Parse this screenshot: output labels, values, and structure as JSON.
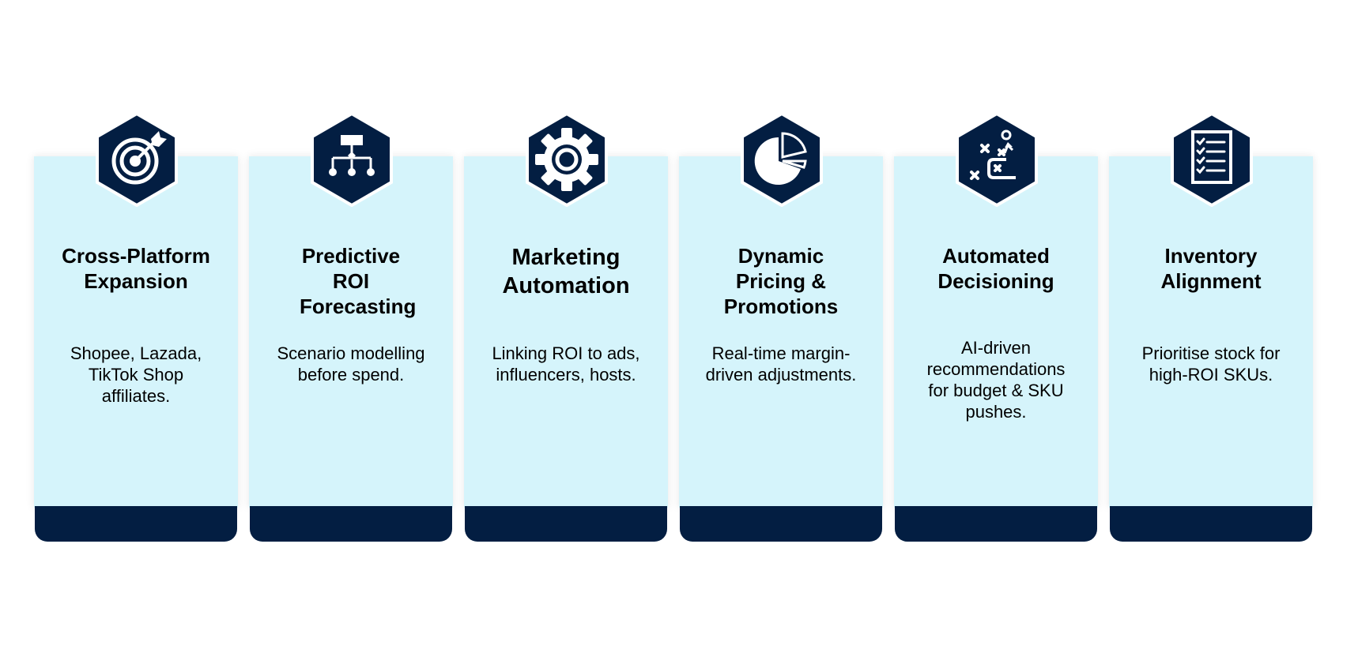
{
  "colors": {
    "card_background": "#d5f4fb",
    "navy": "#031e42",
    "icon_glyph": "#ffffff"
  },
  "cards": [
    {
      "icon": "target-icon",
      "title": "Cross-Platform Expansion",
      "description": "Shopee, Lazada, TikTok Shop affiliates."
    },
    {
      "icon": "hierarchy-icon",
      "title": "Predictive ROI Forecasting",
      "description": "Scenario modelling before spend."
    },
    {
      "icon": "gear-icon",
      "title": "Marketing Automation",
      "description": "Linking ROI to ads, influencers, hosts."
    },
    {
      "icon": "pie-chart-icon",
      "title": "Dynamic Pricing & Promotions",
      "description": "Real-time margin-driven adjustments."
    },
    {
      "icon": "strategy-icon",
      "title": "Automated Decisioning",
      "description": "AI-driven recommendations for budget & SKU pushes."
    },
    {
      "icon": "checklist-icon",
      "title": "Inventory Alignment",
      "description": "Prioritise stock for high-ROI SKUs."
    }
  ]
}
